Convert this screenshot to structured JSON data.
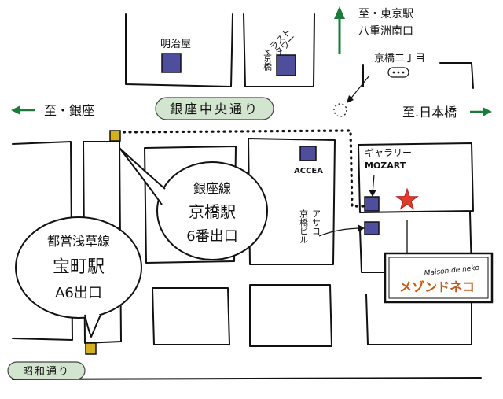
{
  "directions": {
    "ginza": "至・銀座",
    "nihonbashi": "至.日本橋",
    "tokyo_station_1": "至・東京駅",
    "tokyo_station_2": "八重洲南口"
  },
  "roads": {
    "ginza_chuo": "銀座中央通り",
    "showa": "昭和通り"
  },
  "buildings": {
    "meijiya": "明治屋",
    "kyobashi_trust_tower_1": "京橋",
    "kyobashi_trust_tower_2": "トラスト",
    "kyobashi_trust_tower_3": "タワー",
    "accea": "ACCEA",
    "gallery_1": "ギャラリー",
    "gallery_2": "MOZART",
    "asako_1": "アサコ",
    "asako_2": "京橋ビル"
  },
  "landmarks": {
    "kyobashi_2chome": "京橋二丁目"
  },
  "callouts": {
    "ginza_line": [
      "銀座線",
      "京橋駅",
      "6番出口"
    ],
    "asakusa_line": [
      "都営浅草線",
      "宝町駅",
      "A6出口"
    ]
  },
  "shop": {
    "tagline": "Maison de neko",
    "name": "メゾンドネコ"
  },
  "colors": {
    "building": "#4e4e9c",
    "arrow": "#1d7a3a",
    "road_bubble": "#d2e6cf",
    "star": "#e23a2a",
    "shop_name": "#c05a18",
    "exit": "#d6b018"
  }
}
